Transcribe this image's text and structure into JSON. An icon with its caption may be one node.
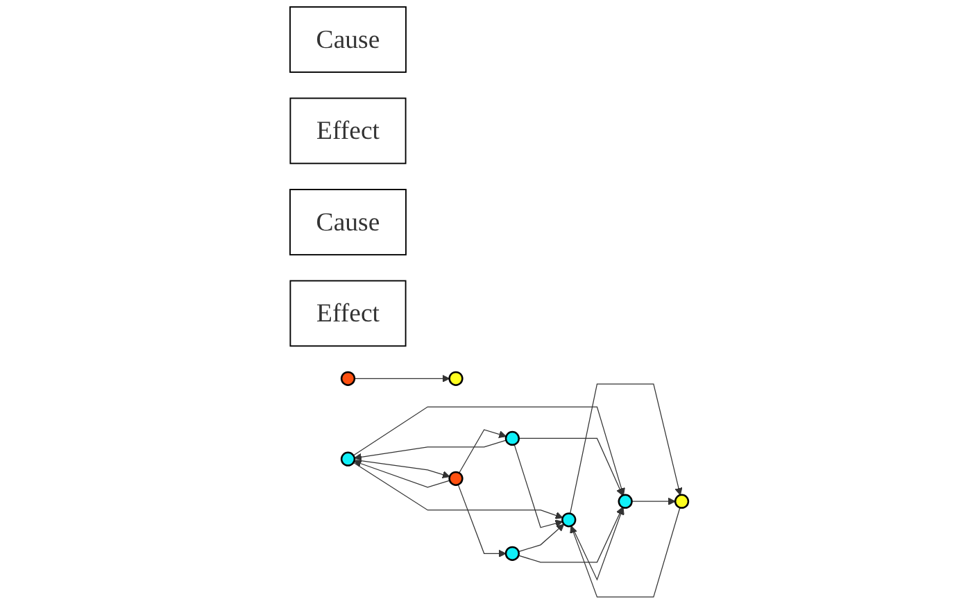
{
  "diagram": {
    "nodes": [
      {
        "text": [],
        "shape": "circle"
      },
      {
        "text": [],
        "shape": "circle"
      },
      {
        "text": [
          "Cause"
        ]
      },
      {
        "text": [
          "Effect"
        ]
      },
      {
        "text": [],
        "shape": "circle"
      },
      {
        "text": [],
        "shape": "circle"
      },
      {
        "text": [],
        "shape": "circle"
      },
      {
        "text": [],
        "shape": "circle"
      },
      {
        "text": [],
        "shape": "circle"
      },
      {
        "text": [],
        "shape": "circle"
      },
      {
        "text": [],
        "shape": "circle"
      },
      {
        "text": [
          "Cause"
        ]
      },
      {
        "text": [
          "Effect"
        ]
      }
    ],
    "edges": [
      {
        "from": 0,
        "to": 1,
        "arrow": "to"
      },
      {
        "from": 6,
        "to": 4,
        "arrow": "to"
      },
      {
        "from": 4,
        "to": 6,
        "arrow": "to"
      },
      {
        "from": 6,
        "to": 7,
        "arrow": "to"
      },
      {
        "from": 6,
        "to": 10,
        "arrow": "to"
      },
      {
        "from": 7,
        "to": 4,
        "arrow": "to"
      },
      {
        "from": 4,
        "to": 5,
        "arrow": "to"
      },
      {
        "from": 4,
        "to": 8,
        "arrow": "to"
      },
      {
        "from": 7,
        "to": 5,
        "arrow": "to"
      },
      {
        "from": 7,
        "to": 8,
        "arrow": "to"
      },
      {
        "from": 10,
        "to": 5,
        "arrow": "to"
      },
      {
        "from": 10,
        "to": 8,
        "arrow": "to"
      },
      {
        "from": 5,
        "to": 8,
        "arrow": "to"
      },
      {
        "from": 5,
        "to": 9,
        "arrow": "to"
      },
      {
        "from": 9,
        "to": 5,
        "arrow": "to"
      },
      {
        "from": 8,
        "to": 9,
        "arrow": "to"
      }
    ]
  }
}
